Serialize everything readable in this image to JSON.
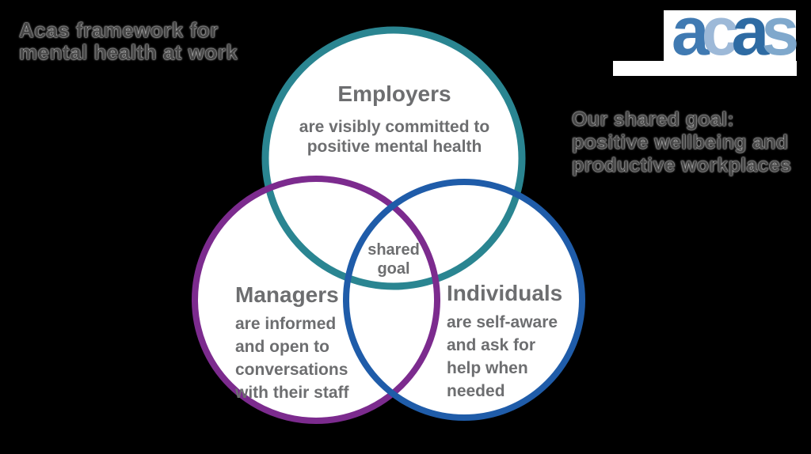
{
  "colors": {
    "background": "#000000",
    "panel": "#ffffff",
    "heading_text": "#474747",
    "circle_text": "#6d6e70",
    "circle_fill": "#ffffff"
  },
  "heading": {
    "text": "Acas framework for\nmental health at work"
  },
  "logo": {
    "name": "acas",
    "letters": [
      {
        "char": "a",
        "color": "#407ab2"
      },
      {
        "char": "c",
        "color": "#9db9d8"
      },
      {
        "char": "a",
        "color": "#2e6ba3"
      },
      {
        "char": "s",
        "color": "#7fa8cc"
      }
    ]
  },
  "goal_note": {
    "text": "Our shared goal:\npositive wellbeing and\nproductive workplaces"
  },
  "venn": {
    "center_label": "shared\ngoal",
    "circles": [
      {
        "id": "employers",
        "title": "Employers",
        "body": "are visibly committed to\npositive mental health",
        "color": "#2a8591"
      },
      {
        "id": "managers",
        "title": "Managers",
        "body": "are informed\nand open to\nconversations\nwith their staff",
        "color": "#7c2b8e"
      },
      {
        "id": "individuals",
        "title": "Individuals",
        "body": "are self-aware\nand ask for\nhelp when\nneeded",
        "color": "#1f5ca9"
      }
    ]
  }
}
